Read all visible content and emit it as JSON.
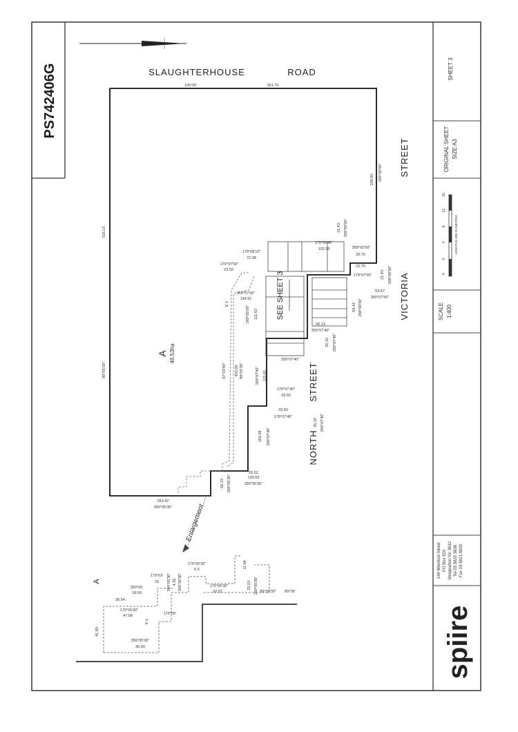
{
  "plan": {
    "number": "PS742406G",
    "sheet_label": "SHEET 3",
    "original_sheet": [
      "ORIGINAL SHEET",
      "SIZE A3"
    ],
    "scale": [
      "SCALE",
      "1:400"
    ],
    "scale_ticks": [
      "4",
      "0",
      "4",
      "8",
      "12",
      "16"
    ],
    "scale_units": "LENGTHS ARE IN METRES"
  },
  "roads": {
    "slaughterhouse": [
      "SLAUGHTERHOUSE",
      "ROAD"
    ],
    "victoria": [
      "VICTORIA",
      "STREET"
    ],
    "north": [
      "NORTH",
      "STREET"
    ]
  },
  "labels": {
    "lot": "A",
    "area": "46.53ha",
    "see_sheet": "SEE SHEET 3",
    "enlargement": "Enlargement",
    "detail_lot": "A"
  },
  "company": {
    "logo": "spiire",
    "address": [
      "144 Welsford Street",
      "PO Box 920",
      "Shepparton Vic 3632",
      "Tel 03 5820 3838",
      "Fax 03 5821 6900"
    ]
  },
  "dimensions": {
    "top_a": "135°05'",
    "top_b": "351.76",
    "left_len": "516.15",
    "left_brg": "89°05'30\"",
    "right_len": "208.90",
    "right_brg": "269°00'50\"",
    "bottom_len": "253.42",
    "bottom_brg": "359°05'30\"",
    "d1": "179°53'40\"",
    "d2": "102.35",
    "d3": "21.43",
    "d4": "269°00'50\"",
    "d5": "359°02'50\"",
    "d6": "33.76",
    "d7": "33.76",
    "d8": "179°07'50\"",
    "d9": "21.43",
    "d10": "269°00'50\"",
    "d11": "53.67",
    "d12": "359°07'50\"",
    "d13": "83.44",
    "d14": "269°00'50\"",
    "d15": "56.13",
    "d16": "359°07'40\"",
    "d17": "32.10",
    "d18": "269°07'40\"",
    "d19": "179°08'10\"",
    "d20": "72.38",
    "d21": "179°07'50\"",
    "d22": "23.50",
    "d23": "359°07'50\"",
    "d24": "134.91",
    "d25": "269°05'50\"",
    "d26": "111.62",
    "d27": "359°07'40\"",
    "d28": "115.61",
    "d29": "269°07'40\"",
    "d30": "179°07'40\"",
    "d31": "33.50",
    "d32": "33.50",
    "d33": "179°07'40\"",
    "d34": "269°07'40\"",
    "d35": "35.10",
    "d36": "160.38",
    "d37": "269°07'40\"",
    "d38": "55.52",
    "d39": "130.53",
    "d40": "359°05'30\"",
    "d41": "50.33",
    "d42": "269°05'30\"",
    "d43": "87°03'40\"",
    "d44": "425.08",
    "d45": "89°05'30\"",
    "d46": "E-1",
    "e1": "179°05'30\"",
    "e2": "6.5",
    "e3": "179°53'",
    "e4": "25",
    "e5": "359°05'30\"",
    "e6": "4.35",
    "e7": "269°05'30\"",
    "e8": "11.64",
    "e9": "359°05'",
    "e10": "18.50",
    "e11": "33.53",
    "e12": "269°05'30\"",
    "e13": "179°05'30\"",
    "e14": "20.01",
    "e15": "89°05'30\"",
    "e16": "36.54",
    "e17": "179°05'30\"",
    "e18": "47.08",
    "e19": "E-1",
    "e20": "179°05'",
    "e21": "41.60",
    "e22": "359°05'30\"",
    "e23": "36.00",
    "e24": "89°05'"
  }
}
